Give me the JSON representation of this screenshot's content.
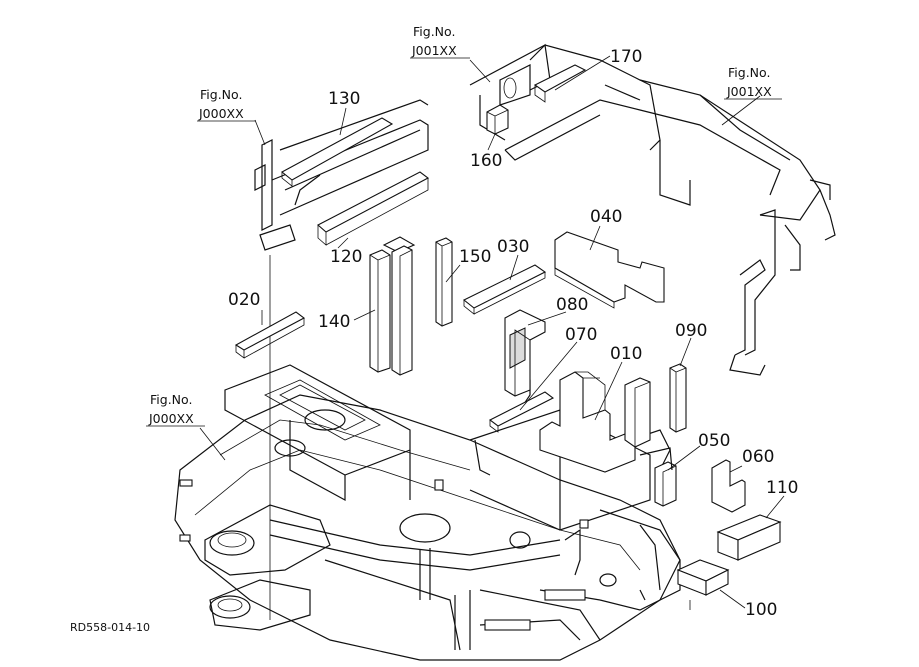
{
  "diagram": {
    "drawing_code": "RD558-014-10",
    "figure_refs": [
      {
        "id": "fig-ref-j000xx-top",
        "line1": "Fig.No.",
        "line2": "J000XX"
      },
      {
        "id": "fig-ref-j001xx-top",
        "line1": "Fig.No.",
        "line2": "J001XX"
      },
      {
        "id": "fig-ref-j001xx-right",
        "line1": "Fig.No.",
        "line2": "J001XX"
      },
      {
        "id": "fig-ref-j000xx-left",
        "line1": "Fig.No.",
        "line2": "J000XX"
      }
    ],
    "part_labels": [
      "130",
      "120",
      "170",
      "160",
      "040",
      "150",
      "030",
      "020",
      "140",
      "080",
      "070",
      "010",
      "090",
      "050",
      "060",
      "110",
      "100"
    ]
  }
}
